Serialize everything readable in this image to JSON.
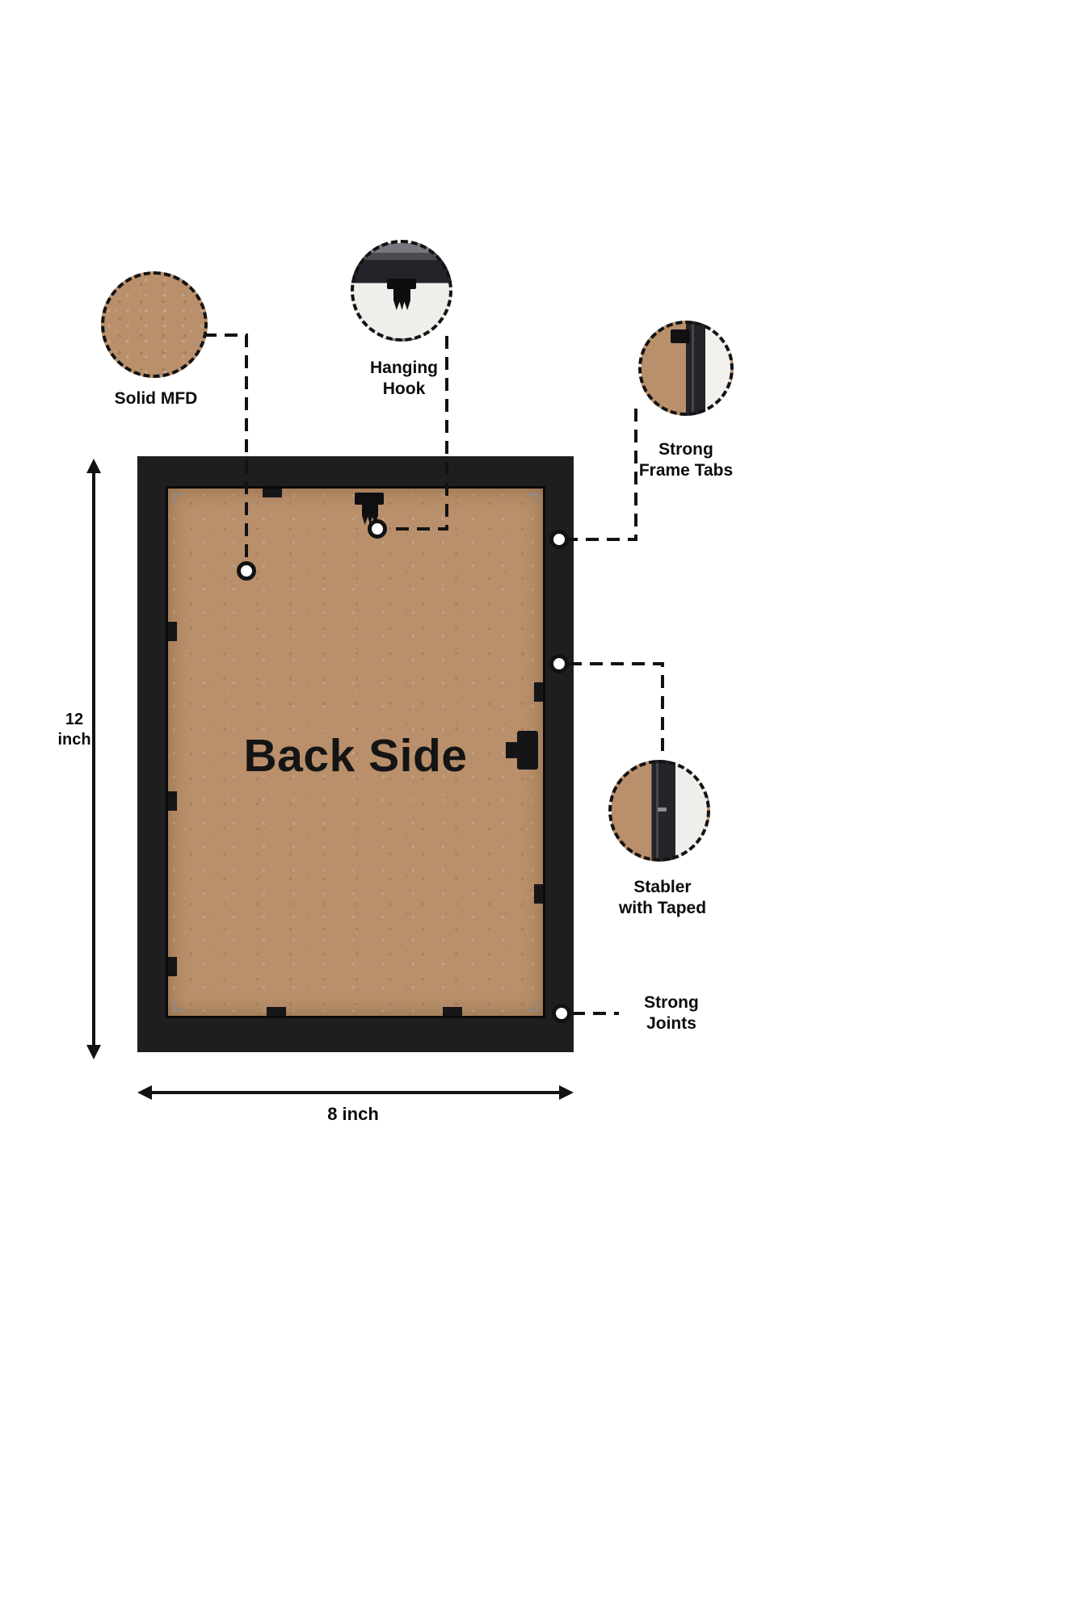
{
  "colors": {
    "bg": "#ffffff",
    "mdf": "#b9906b",
    "frame": "#1e1e20",
    "line": "#121212",
    "wall": "#efeeea"
  },
  "product": {
    "back_label": "Back Side",
    "callouts": {
      "solid_mfd": "Solid MFD",
      "hanging_hook": "Hanging\nHook",
      "strong_frame_tabs": "Strong\nFrame Tabs",
      "stabler_with_taped": "Stabler\nwith Taped",
      "strong_joints": "Strong\nJoints"
    },
    "dimensions": {
      "height": "12\ninch",
      "width": "8 inch"
    }
  }
}
